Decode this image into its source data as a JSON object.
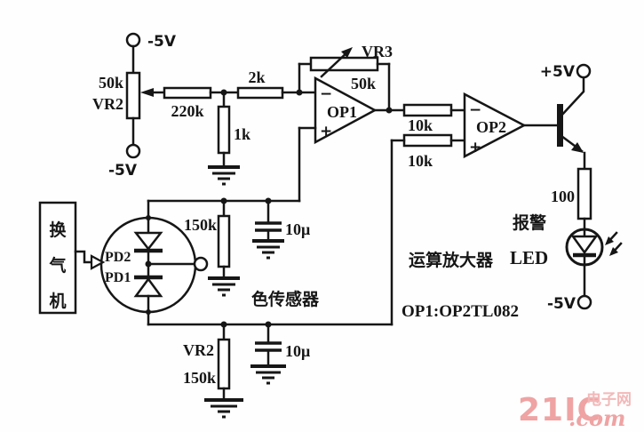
{
  "labels": {
    "pot_in_top_supply": "-5V",
    "pot_in_value": "50k",
    "pot_in_name": "VR2",
    "pot_in_bottom_supply": "-5V",
    "r_220k": "220k",
    "r_2k": "2k",
    "r_1k": "1k",
    "vr3_name": "VR3",
    "vr3_value": "50k",
    "op1": "OP1",
    "op1_minus": "−",
    "op1_plus": "+",
    "r_10k_top": "10k",
    "r_10k_bottom": "10k",
    "op2": "OP2",
    "op2_minus": "−",
    "op2_plus": "+",
    "supply_5v_pos": "+5V",
    "r_100": "100",
    "alarm": "报警",
    "led": "LED",
    "led_supply": "-5V",
    "r_150k_top": "150k",
    "cap_top": "10μ",
    "pd2": "PD2",
    "pd1": "PD1",
    "sensor_caption": "色传感器",
    "box_char_1": "换",
    "box_char_2": "气",
    "box_char_3": "机",
    "vr_bottom_name": "VR2",
    "vr_bottom_value": "150k",
    "cap_bottom": "10μ",
    "note_amp": "运算放大器",
    "note_ic": "OP1:OP2TL082"
  },
  "watermark": {
    "brand": "21IC",
    "site_cn": "电子网",
    "domain_suffix": ".com",
    "color": "#efa3a3"
  }
}
